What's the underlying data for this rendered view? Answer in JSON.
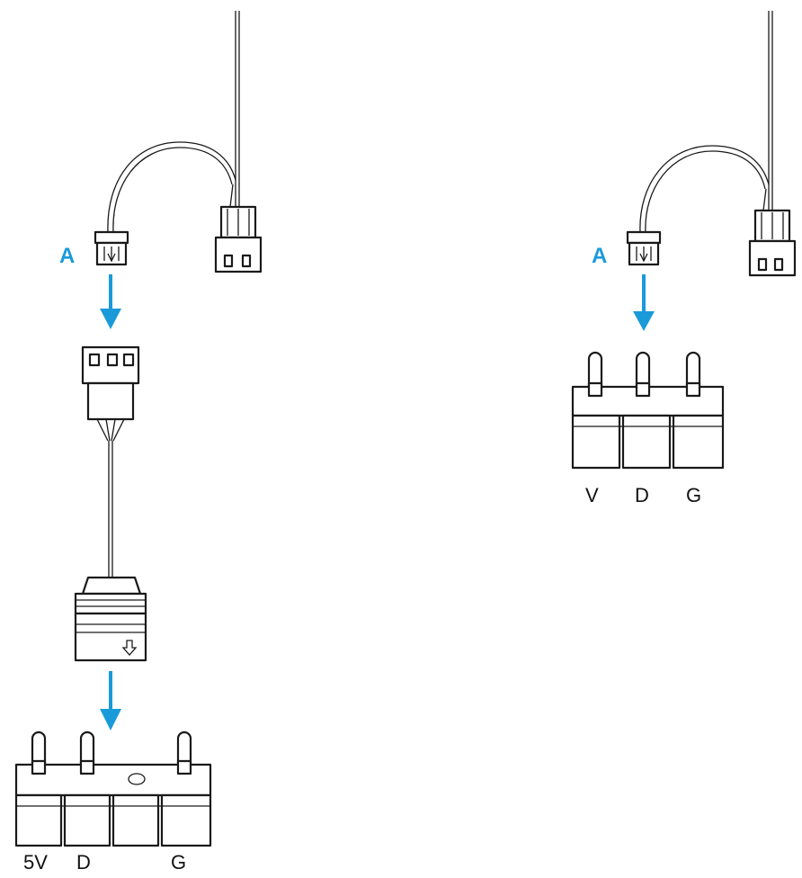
{
  "accent_color": "#1a9ad9",
  "left_panel": {
    "callout": "A",
    "pin_labels": [
      "5V",
      "D",
      "G"
    ]
  },
  "right_panel": {
    "callout": "A",
    "pin_labels": [
      "V",
      "D",
      "G"
    ]
  }
}
